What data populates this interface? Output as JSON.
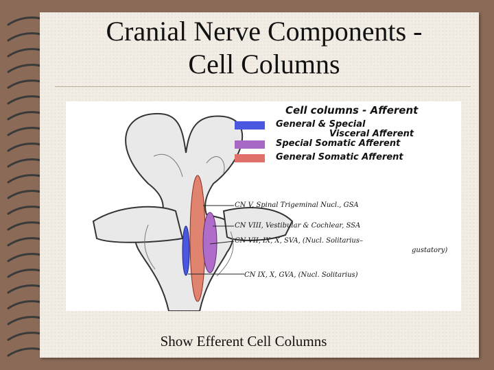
{
  "slide": {
    "title_line1": "Cranial Nerve Components -",
    "title_line2": "Cell Columns",
    "caption": "Show Efferent Cell Columns"
  },
  "legend": {
    "title": "Cell columns - Afferent",
    "items": [
      {
        "label": "General & Special",
        "color": "#4b57e0"
      },
      {
        "label": "Visceral Afferent",
        "color": null
      },
      {
        "label": "Special Somatic Afferent",
        "color": "#a668c4"
      },
      {
        "label": "General Somatic Afferent",
        "color": "#e0716a"
      }
    ]
  },
  "annotations": [
    "CN V, Spinal Trigeminal Nucl., GSA",
    "CN VIII, Vestibular & Cochlear, SSA",
    "CN VII, IX, X, SVA, (Nucl. Solitarius–",
    "gustatory)",
    "CN IX, X, GVA, (Nucl. Solitarius)"
  ]
}
